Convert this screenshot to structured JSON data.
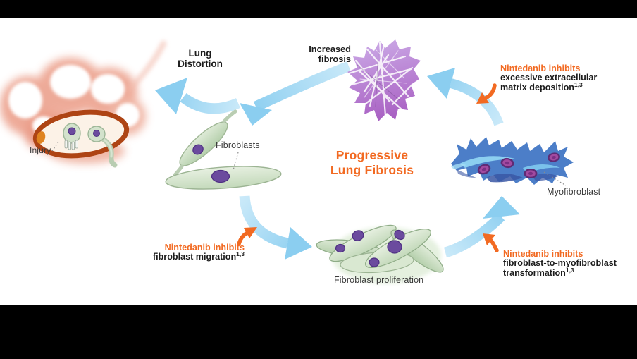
{
  "title": {
    "line1": "Progressive",
    "line2": "Lung Fibrosis"
  },
  "labels": {
    "injury": "Injury",
    "lung_distortion": {
      "line1": "Lung",
      "line2": "Distortion"
    },
    "increased_fibrosis": {
      "line1": "Increased",
      "line2": "fibrosis"
    },
    "fibroblasts": "Fibroblasts",
    "myofibroblast": "Myofibroblast",
    "fibroblast_proliferation": "Fibroblast proliferation"
  },
  "annotations": {
    "matrix_deposition": {
      "highlight": "Nintedanib inhibits",
      "body_line1": "excessive extracellular",
      "body_line2": "matrix deposition",
      "reference": "1,3"
    },
    "fibroblast_migration": {
      "highlight": "Nintedanib inhibits",
      "body_line1": "fibroblast migration",
      "reference": "1,3"
    },
    "myofibroblast_transformation": {
      "highlight": "Nintedanib inhibits",
      "body_line1": "fibroblast-to-myofibroblast",
      "body_line2": "transformation",
      "reference": "1,3"
    }
  },
  "colors": {
    "background": "#000000",
    "canvas": "#FFFFFF",
    "accent_orange": "#F26A22",
    "arrow_blue_light": "#C9E9F9",
    "arrow_blue": "#8BCEF0",
    "text_dark": "#1C1C1C",
    "label_gray": "#3A3A3A",
    "fibrosis_purple_light": "#CBA9E6",
    "fibrosis_purple": "#A85FC2",
    "cell_green": "#C9DEC1",
    "nucleus_purple": "#6B4B9E",
    "myofibroblast_blue": "#4C7EC8",
    "myofibroblast_nucleus": "#A24AA0",
    "alveoli_pink": "#ECA18D",
    "injury_rim_red": "#AE4414"
  }
}
